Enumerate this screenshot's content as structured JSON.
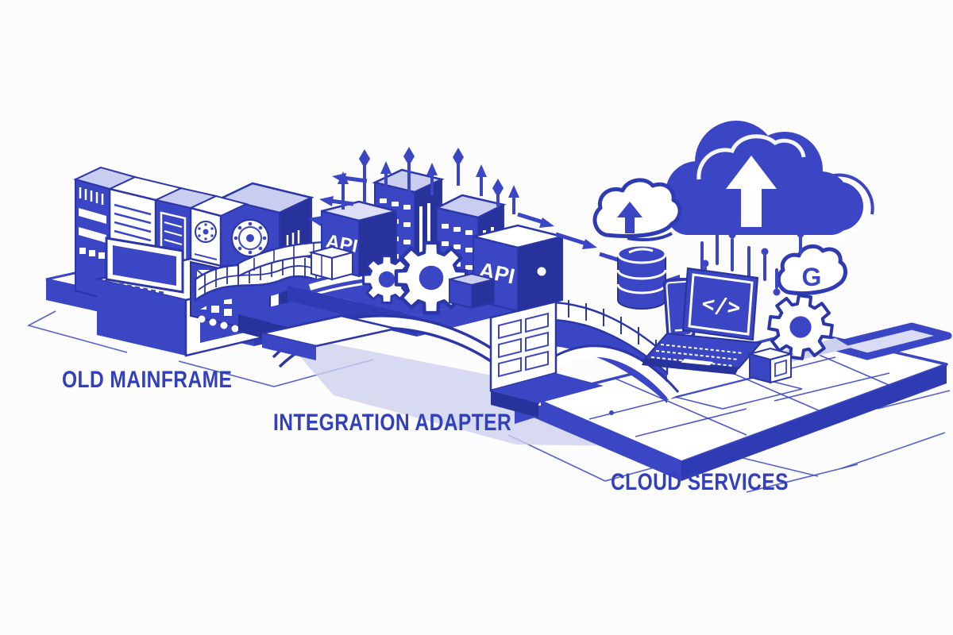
{
  "scene": {
    "description": "Isometric blue line-art illustration of a legacy mainframe connected through an integration adapter bridge to cloud services",
    "background": "#FCFCFD",
    "palette": {
      "primary_blue": "#3A46C4",
      "dark_blue": "#2B36A8",
      "deep_blue": "#28329B",
      "lavender": "#C9CEF0",
      "shadow": "#CDD1EE",
      "white": "#FFFFFF",
      "label_text": "#3340BB"
    }
  },
  "labels": {
    "mainframe": "OLD MAINFRAME",
    "adapter": "INTEGRATION ADAPTER",
    "cloud": "CLOUD SERVICES"
  },
  "badges": {
    "api_left": "API",
    "api_right": "API",
    "code_glyph": "</>",
    "cloud_glyph": "G"
  }
}
